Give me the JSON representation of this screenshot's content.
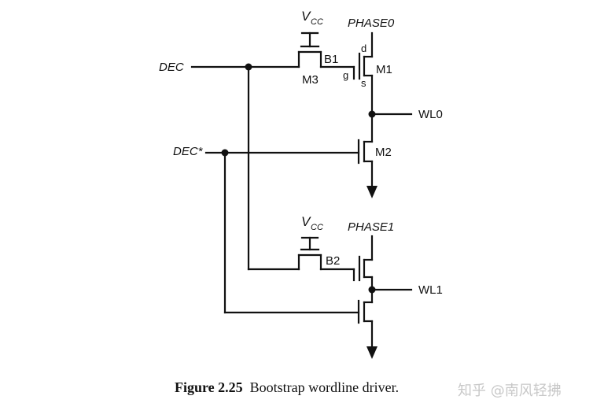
{
  "labels": {
    "dec": "DEC",
    "dec_star": "DEC*",
    "vcc_main": "V",
    "vcc_sub": "CC",
    "phase0": "PHASE0",
    "phase1": "PHASE1",
    "wl0": "WL0",
    "wl1": "WL1",
    "m1": "M1",
    "m2": "M2",
    "m3": "M3",
    "b1": "B1",
    "b2": "B2",
    "pin_d": "d",
    "pin_g": "g",
    "pin_s": "s"
  },
  "caption": {
    "figure": "Figure 2.25",
    "text": "Bootstrap wordline driver."
  },
  "watermark": "知乎 @南风轻拂"
}
